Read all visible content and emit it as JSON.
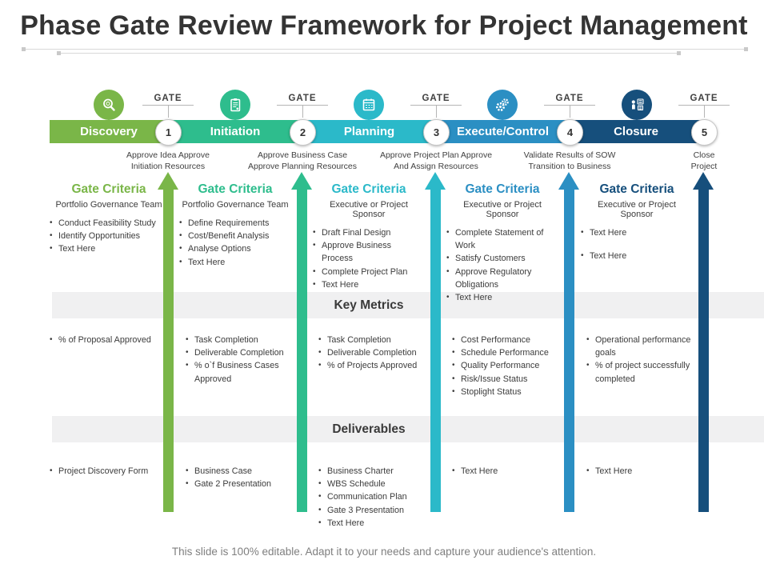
{
  "title": "Phase Gate Review Framework for Project Management",
  "footer": "This slide is 100% editable. Adapt it to your needs and capture your audience's attention.",
  "phases": [
    {
      "label": "Discovery",
      "color": "#7AB648"
    },
    {
      "label": "Initiation",
      "color": "#2EBD8D"
    },
    {
      "label": "Planning",
      "color": "#2BB9C9"
    },
    {
      "label": "Execute/Control",
      "color": "#2B8FC3"
    },
    {
      "label": "Closure",
      "color": "#164F7C"
    }
  ],
  "gates": [
    {
      "label": "GATE",
      "number": "1",
      "note_line1": "Approve Idea Approve",
      "note_line2": "Initiation Resources"
    },
    {
      "label": "GATE",
      "number": "2",
      "note_line1": "Approve Business Case",
      "note_line2": "Approve Planning Resources"
    },
    {
      "label": "GATE",
      "number": "3",
      "note_line1": "Approve Project Plan Approve",
      "note_line2": "And Assign Resources"
    },
    {
      "label": "GATE",
      "number": "4",
      "note_line1": "Validate Results of SOW",
      "note_line2": "Transition to Business"
    },
    {
      "label": "GATE",
      "number": "5",
      "note_line1": "Close",
      "note_line2": "Project"
    }
  ],
  "sections": {
    "metrics_title": "Key Metrics",
    "deliverables_title": "Deliverables"
  },
  "columns": [
    {
      "criteria_title": "Gate Criteria",
      "criteria_subtitle": "Portfolio Governance Team",
      "color": "#7AB648",
      "criteria_items": [
        "Conduct Feasibility Study",
        "Identify Opportunities",
        "Text Here"
      ],
      "metrics": [
        "% of Proposal Approved"
      ],
      "deliverables": [
        "Project Discovery Form"
      ]
    },
    {
      "criteria_title": "Gate Criteria",
      "criteria_subtitle": "Portfolio Governance Team",
      "color": "#2EBD8D",
      "criteria_items": [
        "Define Requirements",
        "Cost/Benefit Analysis",
        "Analyse Options",
        "Text Here"
      ],
      "metrics": [
        "Task Completion",
        "Deliverable Completion",
        "% o`f Business Cases Approved"
      ],
      "deliverables": [
        "Business Case",
        "Gate 2 Presentation"
      ]
    },
    {
      "criteria_title": "Gate Criteria",
      "criteria_subtitle": "Executive or Project Sponsor",
      "color": "#2BB9C9",
      "criteria_items": [
        "Draft Final Design",
        "Approve Business Process",
        "Complete Project Plan",
        "Text Here"
      ],
      "metrics": [
        "Task Completion",
        "Deliverable Completion",
        "% of Projects Approved"
      ],
      "deliverables": [
        "Business Charter",
        "WBS Schedule",
        "Communication Plan",
        "Gate 3 Presentation",
        "Text Here"
      ]
    },
    {
      "criteria_title": "Gate Criteria",
      "criteria_subtitle": "Executive or Project Sponsor",
      "color": "#2B8FC3",
      "criteria_items": [
        "Complete Statement of Work",
        "Satisfy Customers",
        "Approve Regulatory Obligations",
        "Text Here"
      ],
      "metrics": [
        "Cost Performance",
        "Schedule Performance",
        "Quality Performance",
        "Risk/Issue Status",
        "Stoplight Status"
      ],
      "deliverables": [
        "Text Here"
      ]
    },
    {
      "criteria_title": "Gate Criteria",
      "criteria_subtitle": "Executive or Project Sponsor",
      "color": "#164F7C",
      "criteria_items": [
        "Text Here",
        "Text Here"
      ],
      "metrics": [
        "Operational performance goals",
        "% of project successfully completed"
      ],
      "deliverables": [
        "Text Here"
      ]
    }
  ]
}
